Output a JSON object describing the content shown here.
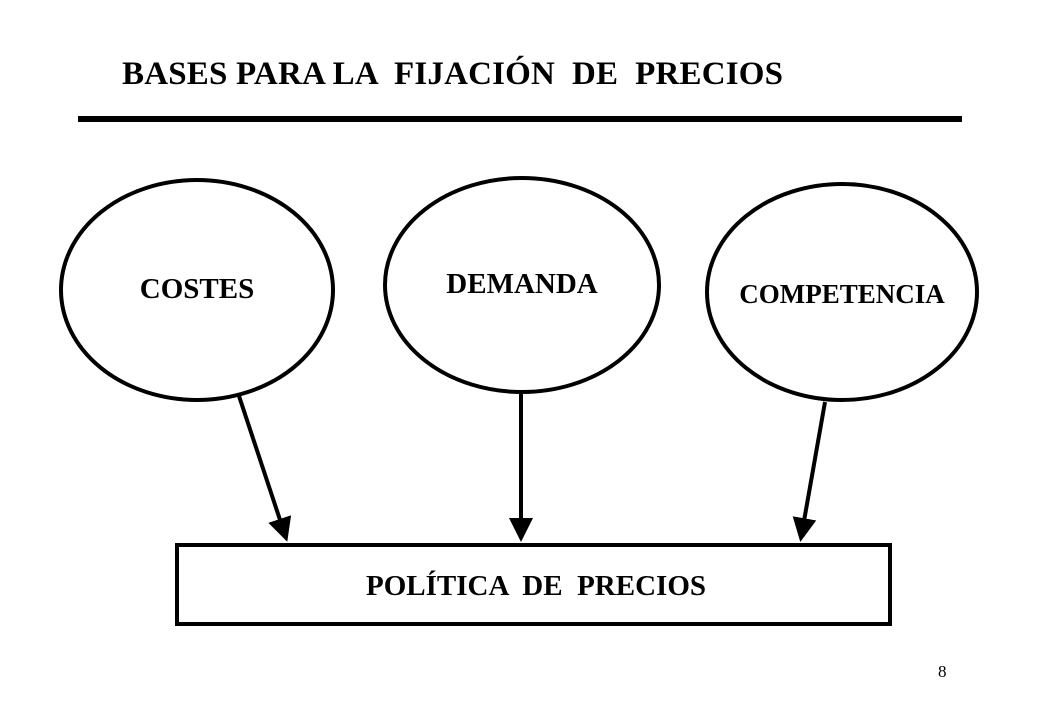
{
  "slide": {
    "title": "BASES PARA LA  FIJACIÓN  DE  PRECIOS",
    "page_number": "8"
  },
  "diagram": {
    "factors": [
      {
        "label": "COSTES"
      },
      {
        "label": "DEMANDA"
      },
      {
        "label": "COMPETENCIA"
      }
    ],
    "target": {
      "label": "POLÍTICA  DE  PRECIOS"
    }
  },
  "colors": {
    "stroke": "#000000",
    "background": "#ffffff"
  }
}
